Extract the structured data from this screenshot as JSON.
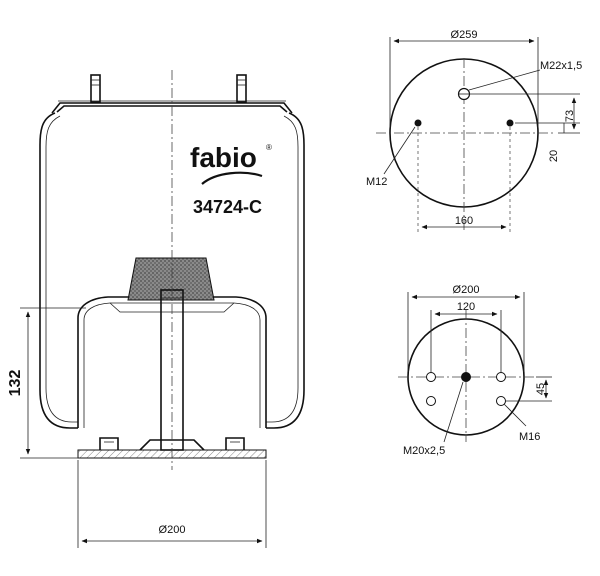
{
  "brand": {
    "name": "fabio",
    "registered_mark": "®",
    "model": "34724-C"
  },
  "dimensions": {
    "height": "132",
    "base_diameter": "Ø200",
    "top_diameter": "Ø259",
    "top_thread": "M22x1,5",
    "top_offset_73": "73",
    "top_offset_20": "20",
    "top_stud": "M12",
    "top_stud_spacing": "160",
    "bottom_diameter": "Ø200",
    "bottom_spacing": "120",
    "bottom_center_thread": "M20x2,5",
    "bottom_offset": "45",
    "bottom_hole": "M16"
  }
}
